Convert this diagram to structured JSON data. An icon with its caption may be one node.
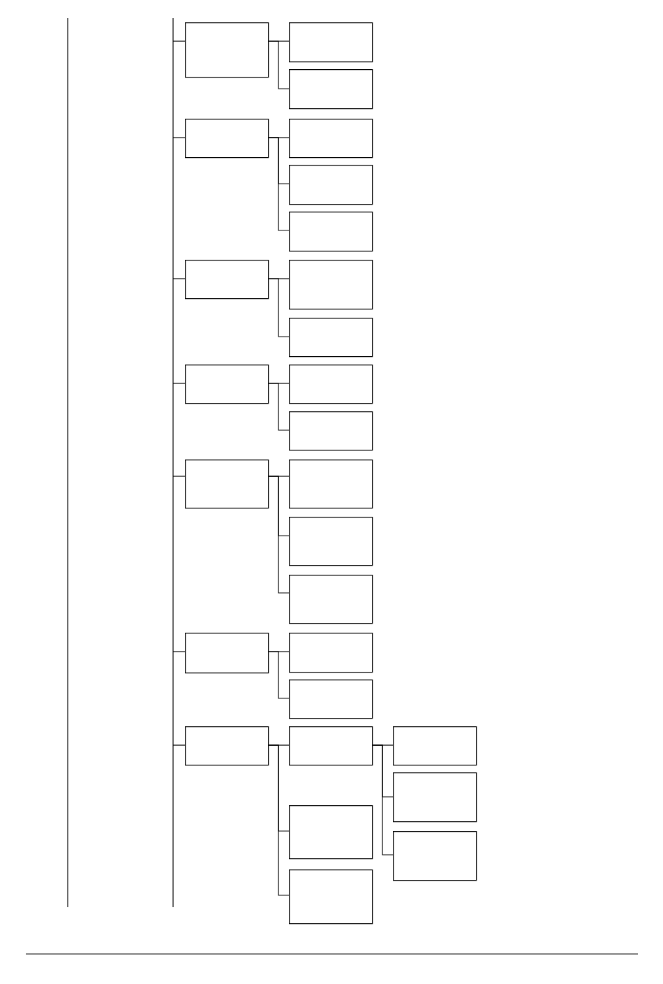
{
  "diagram": {
    "nodes": [
      {
        "text": [],
        "shape": "box"
      },
      {
        "text": [],
        "shape": "box"
      },
      {
        "text": [],
        "shape": "box"
      },
      {
        "text": [],
        "shape": "box"
      },
      {
        "text": [],
        "shape": "box"
      },
      {
        "text": [],
        "shape": "box"
      },
      {
        "text": [],
        "shape": "box"
      },
      {
        "text": [],
        "shape": "box"
      },
      {
        "text": [],
        "shape": "box"
      },
      {
        "text": [],
        "shape": "box"
      },
      {
        "text": [],
        "shape": "box"
      },
      {
        "text": [],
        "shape": "box"
      },
      {
        "text": [],
        "shape": "box"
      },
      {
        "text": [],
        "shape": "box"
      },
      {
        "text": [],
        "shape": "box"
      },
      {
        "text": [],
        "shape": "box"
      },
      {
        "text": [],
        "shape": "box"
      },
      {
        "text": [],
        "shape": "box"
      },
      {
        "text": [],
        "shape": "box"
      },
      {
        "text": [],
        "shape": "box"
      },
      {
        "text": [],
        "shape": "box"
      },
      {
        "text": [],
        "shape": "box"
      },
      {
        "text": [],
        "shape": "box"
      },
      {
        "text": [],
        "shape": "box"
      },
      {
        "text": [],
        "shape": "box"
      },
      {
        "text": [],
        "shape": "box"
      },
      {
        "text": [],
        "shape": "box"
      }
    ],
    "edges": [
      {
        "from": null,
        "to": 0,
        "arrow": "none"
      },
      {
        "from": 0,
        "to": 1,
        "arrow": "none"
      },
      {
        "from": 0,
        "to": 2,
        "arrow": "none"
      },
      {
        "from": null,
        "to": 3,
        "arrow": "none"
      },
      {
        "from": 3,
        "to": 4,
        "arrow": "none"
      },
      {
        "from": 3,
        "to": 5,
        "arrow": "none"
      },
      {
        "from": 3,
        "to": 6,
        "arrow": "none"
      },
      {
        "from": null,
        "to": 7,
        "arrow": "none"
      },
      {
        "from": 7,
        "to": 8,
        "arrow": "none"
      },
      {
        "from": 7,
        "to": 9,
        "arrow": "none"
      },
      {
        "from": null,
        "to": 10,
        "arrow": "none"
      },
      {
        "from": 10,
        "to": 11,
        "arrow": "none"
      },
      {
        "from": 10,
        "to": 12,
        "arrow": "none"
      },
      {
        "from": null,
        "to": 13,
        "arrow": "none"
      },
      {
        "from": 13,
        "to": 14,
        "arrow": "none"
      },
      {
        "from": 13,
        "to": 15,
        "arrow": "none"
      },
      {
        "from": 13,
        "to": 16,
        "arrow": "none"
      },
      {
        "from": null,
        "to": 17,
        "arrow": "none"
      },
      {
        "from": 17,
        "to": 18,
        "arrow": "none"
      },
      {
        "from": 17,
        "to": 19,
        "arrow": "none"
      },
      {
        "from": null,
        "to": 20,
        "arrow": "none"
      },
      {
        "from": 20,
        "to": 21,
        "arrow": "none"
      },
      {
        "from": 21,
        "to": 22,
        "arrow": "none"
      },
      {
        "from": 21,
        "to": 23,
        "arrow": "none"
      },
      {
        "from": 21,
        "to": 25,
        "arrow": "none"
      },
      {
        "from": 20,
        "to": 24,
        "arrow": "none"
      },
      {
        "from": 20,
        "to": 26,
        "arrow": "none"
      }
    ]
  }
}
